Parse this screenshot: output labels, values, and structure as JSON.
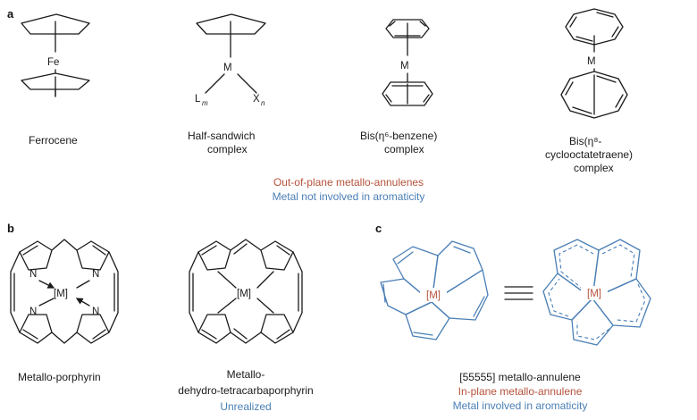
{
  "panels": {
    "a": {
      "letter": "a",
      "labels": {
        "ferrocene": "Ferrocene",
        "half_sandwich_1": "Half-sandwich",
        "half_sandwich_2": "complex",
        "bis_benzene_1": "Bis(η⁶-benzene)",
        "bis_benzene_2": "complex",
        "bis_cot_1": "Bis(η⁸-",
        "bis_cot_2": "cyclooctatetraene)",
        "bis_cot_3": "complex"
      },
      "atoms": {
        "fe": "Fe",
        "m": "M",
        "l": "L",
        "l_sub": "m",
        "x": "X",
        "x_sub": "n"
      },
      "caption_1": "Out-of-plane metallo-annulenes",
      "caption_2": "Metal not involved in aromaticity"
    },
    "b": {
      "letter": "b",
      "label_porphyrin": "Metallo-porphyrin",
      "label_tcp_1": "Metallo-",
      "label_tcp_2": "dehydro-tetracarbaporphyrin",
      "label_tcp_3": "Unrealized",
      "atoms": {
        "n": "N",
        "metal": "[M]"
      }
    },
    "c": {
      "letter": "c",
      "metal": "[M]",
      "label_1": "[55555] metallo-annulene",
      "label_2": "In-plane metallo-annulene",
      "label_3": "Metal involved in aromaticity"
    }
  },
  "colors": {
    "red": "#b5523b",
    "blue": "#4a7fb5",
    "black": "#1a1a1a"
  }
}
